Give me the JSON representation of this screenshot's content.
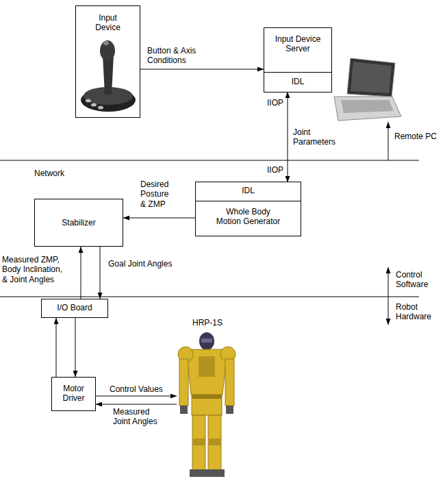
{
  "diagram": {
    "nodes": [
      {
        "text": [
          "Input Device"
        ]
      },
      {
        "text": [
          "Input Device Server"
        ]
      },
      {
        "text": [
          "IDL"
        ],
        "in": 1
      },
      {
        "text": [
          "Stabilizer"
        ]
      },
      {
        "text": [
          "Whole Body Motion Generator"
        ]
      },
      {
        "text": [
          "IDL"
        ],
        "in": 4
      },
      {
        "text": [
          "I/O Board"
        ]
      },
      {
        "text": [
          "Motor Driver"
        ]
      },
      {
        "text": [
          "HRP-1S"
        ]
      }
    ],
    "edges": [
      {
        "from": 0,
        "to": 1,
        "label": "Button & Axis Conditions",
        "arrow": "to"
      },
      {
        "from": 2,
        "to": 5,
        "label": "Joint Parameters",
        "arrow": "both"
      },
      {
        "from": 4,
        "to": 3,
        "label": "Desired Posture & ZMP",
        "arrow": "to"
      },
      {
        "from": 6,
        "to": 3,
        "label": "Measured ZMP, Body Inclination, & Joint Angles",
        "arrow": "to"
      },
      {
        "from": 3,
        "to": 6,
        "label": "Goal Joint Angles",
        "arrow": "to"
      },
      {
        "from": 6,
        "to": 7,
        "arrow": "to"
      },
      {
        "from": 7,
        "to": 6,
        "arrow": "to"
      },
      {
        "from": 7,
        "to": 8,
        "label": "Control Values",
        "arrow": "to"
      },
      {
        "from": 8,
        "to": 7,
        "label": "Measured Joint Angles",
        "arrow": "to"
      }
    ],
    "labels": [
      "IIOP",
      "Remote PC",
      "Network",
      "IIOP",
      "Control Software",
      "Robot Hardware"
    ]
  }
}
